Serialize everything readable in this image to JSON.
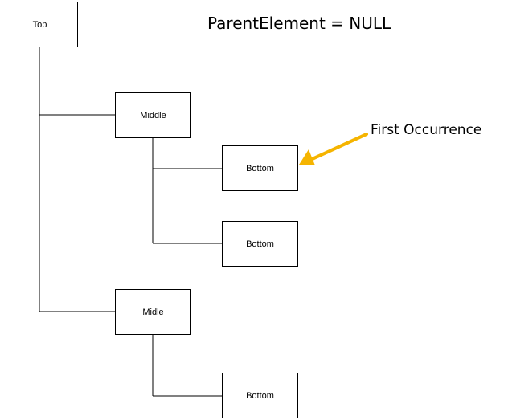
{
  "diagram": {
    "title": "ParentElement = NULL",
    "annotation": "First Occurrence",
    "arrow_color": "#F5B400",
    "line_color": "#000000",
    "nodes": [
      {
        "id": "top",
        "label": "Top",
        "parent": null
      },
      {
        "id": "middle-1",
        "label": "Middle",
        "parent": "top"
      },
      {
        "id": "bottom-1",
        "label": "Bottom",
        "parent": "middle-1"
      },
      {
        "id": "bottom-2",
        "label": "Bottom",
        "parent": "middle-1"
      },
      {
        "id": "middle-2",
        "label": "Midle",
        "parent": "top"
      },
      {
        "id": "bottom-3",
        "label": "Bottom",
        "parent": "middle-2"
      }
    ]
  }
}
